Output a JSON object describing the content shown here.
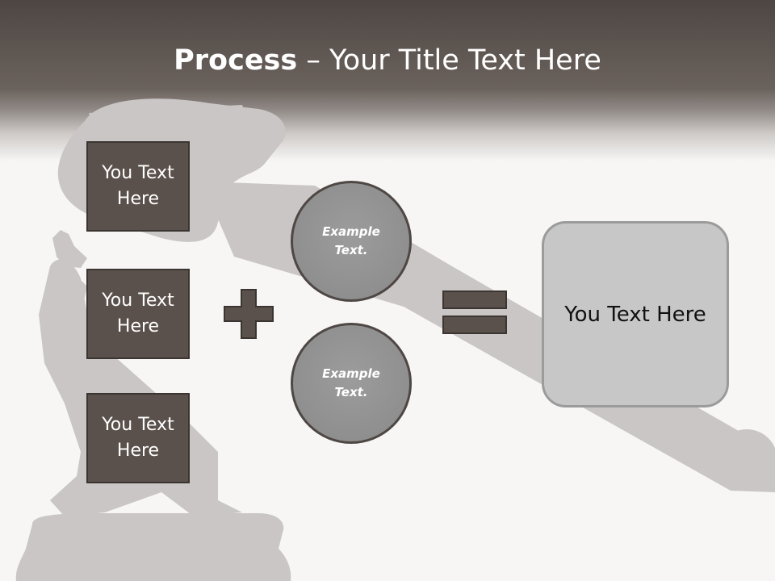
{
  "slide": {
    "title_bold": "Process",
    "title_rest": " – Your Title Text Here",
    "left_boxes": [
      "You Text Here",
      "You Text Here",
      "You Text Here"
    ],
    "circles": [
      "Example Text.",
      "Example Text."
    ],
    "result_text": "You Text Here"
  },
  "icons": {
    "plus": "plus-icon",
    "equals": "equals-icon",
    "background": "judge-gavel-silhouette"
  },
  "colors": {
    "header_dark": "#4d4642",
    "box_fill": "#5b514c",
    "circle_fill": "#8f8f8f",
    "result_fill": "#c8c7c7",
    "silhouette": "#c9c6c5"
  }
}
